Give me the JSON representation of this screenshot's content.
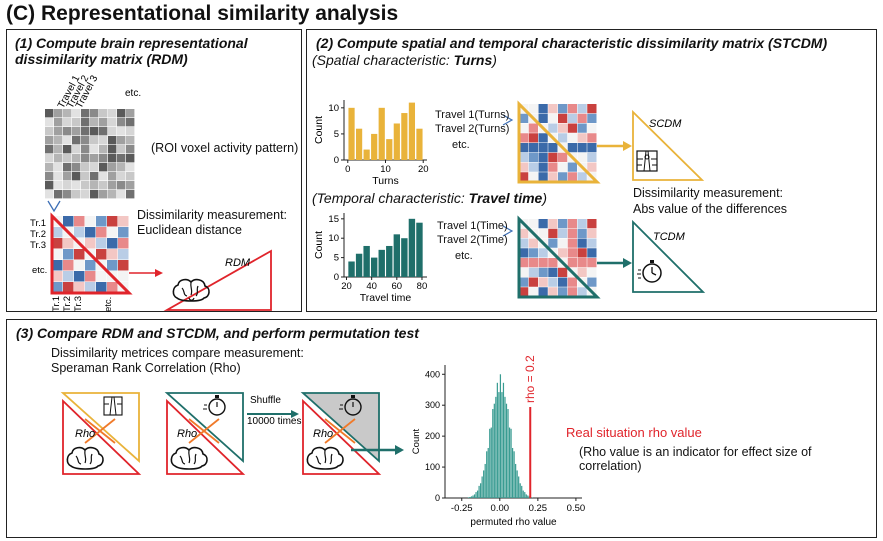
{
  "figure_title": "(C) Representational similarity analysis",
  "panel1": {
    "title_line1": "(1) Compute brain representational",
    "title_line2": "dissimilarity matrix (RDM)",
    "travel_labels": [
      "Travel 1",
      "Travel 2",
      "Travel 3"
    ],
    "etc": "etc.",
    "roi_note": "(ROI voxel activity pattern)",
    "dissim_line1": "Dissimilarity measurement:",
    "dissim_line2": "Euclidean distance",
    "row_labels": [
      "Tr.1",
      "Tr.2",
      "Tr.3"
    ],
    "col_labels": [
      "Tr.1",
      "Tr.2",
      "Tr.3"
    ],
    "rdm_label": "RDM"
  },
  "panel2": {
    "title": "(2) Compute spatial and temporal characteristic dissimilarity matrix (STCDM)",
    "spatial_prefix": "(Spatial characteristic: ",
    "spatial_bold": "Turns",
    "spatial_suffix": ")",
    "temporal_prefix": "(Temporal characteristic: ",
    "temporal_bold": "Travel time",
    "temporal_suffix": ")",
    "turns_items": [
      "Travel 1(Turns)",
      "Travel 2(Turns)",
      "etc."
    ],
    "time_items": [
      "Travel 1(Time)",
      "Travel 2(Time)",
      "etc."
    ],
    "scdm_label": "SCDM",
    "tcdm_label": "TCDM",
    "dissim_line1": "Dissimilarity measurement:",
    "dissim_line2": "Abs value of the differences"
  },
  "panel3": {
    "title": "(3) Compare RDM and STCDM, and perform permutation test",
    "line1": "Dissimilarity metrices compare measurement:",
    "line2": "Speraman Rank Correlation (Rho)",
    "rho": "Rho",
    "shuffle": "Shuffle",
    "times": "10000 times",
    "rho_annot": "rho = 0.2",
    "real_rho": "Real situation rho value",
    "rho_note": "(Rho value is an indicator for effect size of correlation)"
  },
  "colors": {
    "orange": "#e9b33a",
    "teal": "#1f6f6a",
    "red": "#e0242b",
    "hist": "#3a9c92"
  },
  "chart_data": [
    {
      "type": "bar",
      "name": "turns-histogram",
      "xlabel": "Turns",
      "ylabel": "Count",
      "x_ticks": [
        0,
        10,
        20
      ],
      "y_ticks": [
        0,
        5,
        10
      ],
      "x": [
        1,
        3,
        5,
        7,
        9,
        11,
        13,
        15,
        17,
        19
      ],
      "values": [
        10,
        6,
        2,
        5,
        10,
        4,
        7,
        9,
        11,
        6
      ],
      "xlim": [
        -1,
        21
      ],
      "ylim": [
        0,
        11.5
      ]
    },
    {
      "type": "bar",
      "name": "travel-time-histogram",
      "xlabel": "Travel time",
      "ylabel": "Count",
      "x_ticks": [
        20,
        40,
        60,
        80
      ],
      "y_ticks": [
        0,
        5,
        10,
        15
      ],
      "x": [
        24,
        30,
        36,
        42,
        48,
        54,
        60,
        66,
        72,
        78
      ],
      "values": [
        4,
        6,
        8,
        5,
        7,
        8,
        11,
        10,
        15,
        14
      ],
      "xlim": [
        18,
        84
      ],
      "ylim": [
        0,
        16.5
      ]
    },
    {
      "type": "bar",
      "name": "permutation-histogram",
      "xlabel": "permuted rho value",
      "ylabel": "Count",
      "x_ticks": [
        -0.25,
        0.0,
        0.25,
        0.5
      ],
      "x_tick_labels": [
        "-0.25",
        "0.00",
        "0.25",
        "0.50"
      ],
      "y_ticks": [
        0,
        100,
        200,
        300,
        400
      ],
      "mu": 0.0,
      "sigma": 0.065,
      "peak": 400,
      "xlim": [
        -0.36,
        0.54
      ],
      "ylim": [
        0,
        430
      ],
      "real_rho": 0.2
    }
  ]
}
